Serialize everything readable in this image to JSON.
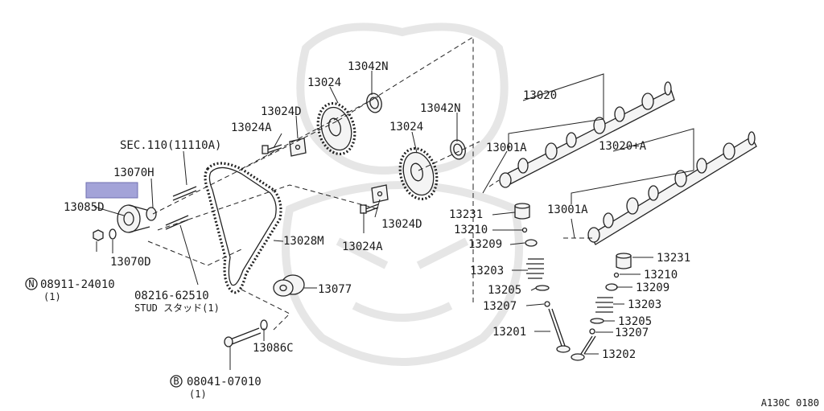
{
  "diagram": {
    "watermark": "samurai-helmet-watermark",
    "colors": {
      "line": "#222222",
      "highlight": "#a3a3d8",
      "watermark": "#e6e6e6"
    },
    "labels": {
      "p13042N_a": "13042N",
      "p13024_a": "13024",
      "p13024D_a": "13024D",
      "p13024A_a": "13024A",
      "p13042N_b": "13042N",
      "p13024_b": "13024",
      "sec110": "SEC.110(11110A)",
      "p13070H": "13070H",
      "p13085D": "13085D",
      "p13070D": "13070D",
      "p08911": "08911-24010",
      "p08911_qty": "(1)",
      "p08216": "08216-62510",
      "stud": "STUD スタッド(1)",
      "p13028M": "13028M",
      "p13024D_b": "13024D",
      "p13024A_b": "13024A",
      "p13077": "13077",
      "p13086C": "13086C",
      "p08041": "08041-07010",
      "p08041_qty": "(1)",
      "p13020": "13020",
      "p13001A_a": "13001A",
      "p13020A": "13020+A",
      "p13001A_b": "13001A",
      "p13231_a": "13231",
      "p13210_a": "13210",
      "p13209_a": "13209",
      "p13203_a": "13203",
      "p13205_a": "13205",
      "p13207_a": "13207",
      "p13201": "13201",
      "p13231_b": "13231",
      "p13210_b": "13210",
      "p13209_b": "13209",
      "p13203_b": "13203",
      "p13205_b": "13205",
      "p13207_b": "13207",
      "p13202": "13202",
      "circle_N": "N",
      "circle_B": "B",
      "ref_code": "A130C 0180"
    }
  }
}
